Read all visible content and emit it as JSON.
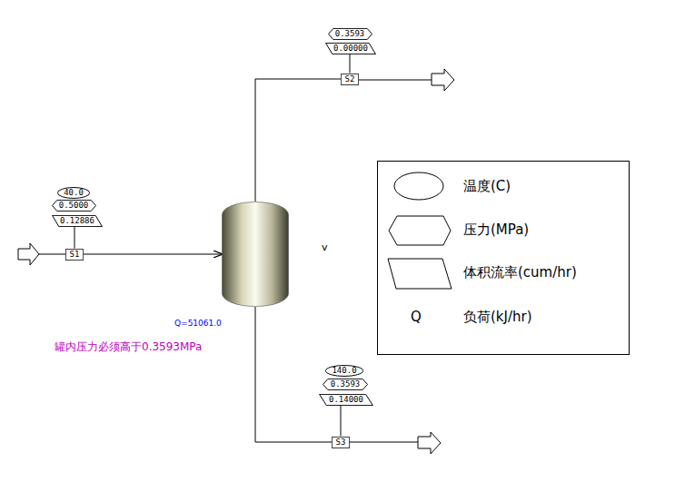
{
  "diagram": {
    "nodes": [
      {
        "text": [
          "0.3593"
        ]
      },
      {
        "text": [
          "0.00000"
        ]
      },
      {
        "text": [
          "S2"
        ]
      },
      {
        "text": [
          "40.0"
        ]
      },
      {
        "text": [
          "0.5000"
        ]
      },
      {
        "text": [
          "0.12886"
        ]
      },
      {
        "text": [
          "S1"
        ]
      },
      {
        "text": [
          "v"
        ]
      },
      {
        "text": [
          "140.0"
        ]
      },
      {
        "text": [
          "0.3593"
        ]
      },
      {
        "text": [
          "0.14000"
        ]
      },
      {
        "text": [
          "S3"
        ]
      }
    ],
    "edges": [
      {
        "from": 6,
        "to": 7,
        "arrow": "to"
      },
      {
        "from": 7,
        "to": 2,
        "arrow": "none"
      },
      {
        "from": 7,
        "to": 11,
        "arrow": "none"
      },
      {
        "from": 1,
        "to": 2,
        "arrow": "none"
      },
      {
        "from": 5,
        "to": 6,
        "arrow": "none"
      },
      {
        "from": 10,
        "to": 11,
        "arrow": "none"
      }
    ],
    "labels": [
      "Q=51061.0",
      "罐内压力必须高于0.3593MPa",
      "Q"
    ],
    "legend": [
      {
        "text": "温度(C)"
      },
      {
        "text": "压力(MPa)"
      },
      {
        "text": "体积流率(cum/hr)"
      },
      {
        "text": "负荷(kJ/hr)"
      }
    ]
  }
}
